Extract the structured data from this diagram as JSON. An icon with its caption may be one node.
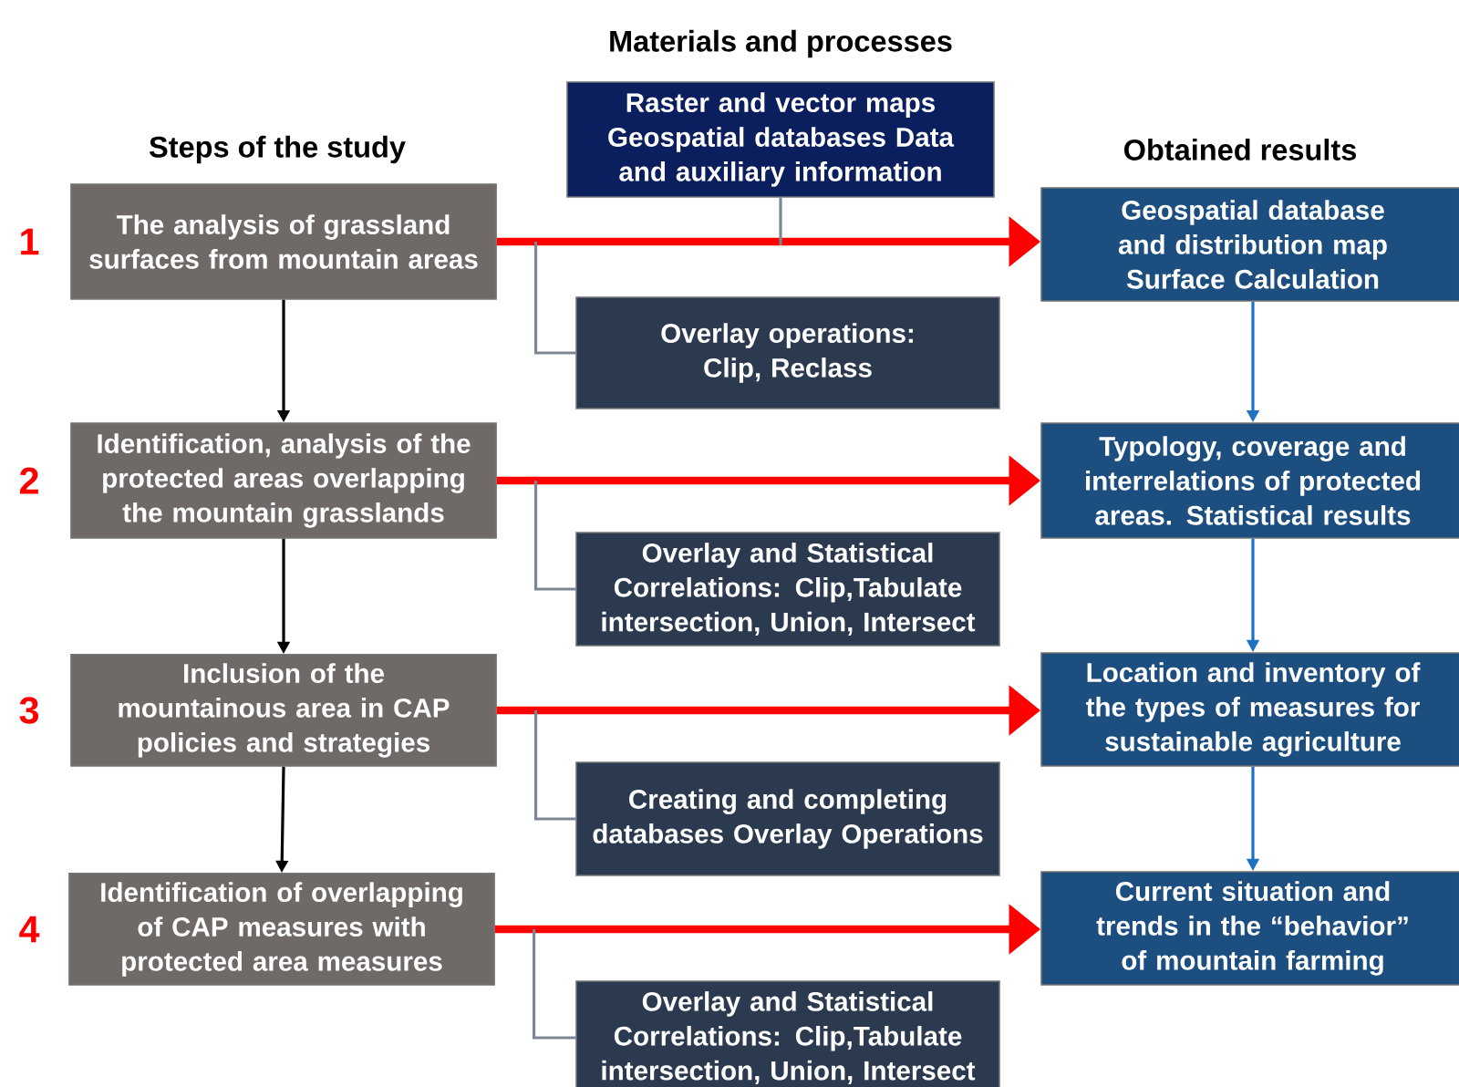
{
  "diagram": {
    "nodes": [
      {
        "text": [
          "The analysis of grassland surfaces from mountain areas"
        ],
        "beside": [
          "1"
        ]
      },
      {
        "text": [
          "Identification, analysis of the protected areas overlapping the mountain grasslands"
        ],
        "beside": [
          "2"
        ]
      },
      {
        "text": [
          "Inclusion of the mountainous area in CAP policies and strategies"
        ],
        "beside": [
          "3"
        ]
      },
      {
        "text": [
          "Identification of overlapping of CAP measures with protected area measures"
        ],
        "beside": [
          "4"
        ]
      },
      {
        "text": [
          "Raster and vector maps Geospatial databases Data and auxiliary information"
        ]
      },
      {
        "text": [
          "Overlay operations: Clip, Reclass"
        ]
      },
      {
        "text": [
          "Overlay and Statistical Correlations: Clip,Tabulate intersection, Union, Intersect"
        ]
      },
      {
        "text": [
          "Creating and completing databases Overlay Operations"
        ]
      },
      {
        "text": [
          "Overlay and Statistical Correlations: Clip,Tabulate intersection, Union, Intersect"
        ]
      },
      {
        "text": [
          "Geospatial database and distribution map Surface Calculation"
        ]
      },
      {
        "text": [
          "Typology, coverage and interrelations of protected areas. Statistical results"
        ]
      },
      {
        "text": [
          "Location and inventory of the types of measures for sustainable agriculture"
        ]
      },
      {
        "text": [
          "Current situation and trends in the “behavior” of mountain farming"
        ]
      }
    ],
    "edges": [
      {
        "from": 0,
        "to": 1,
        "arrow": "to",
        "color": "#000000"
      },
      {
        "from": 1,
        "to": 2,
        "arrow": "to",
        "color": "#000000"
      },
      {
        "from": 2,
        "to": 3,
        "arrow": "to",
        "color": "#000000"
      },
      {
        "from": 0,
        "to": 9,
        "arrow": "to",
        "style": "thick",
        "color": "#ff0000"
      },
      {
        "from": 1,
        "to": 10,
        "arrow": "to",
        "style": "thick",
        "color": "#ff0000"
      },
      {
        "from": 2,
        "to": 11,
        "arrow": "to",
        "style": "thick",
        "color": "#ff0000"
      },
      {
        "from": 3,
        "to": 12,
        "arrow": "to",
        "style": "thick",
        "color": "#ff0000"
      },
      {
        "from": 4,
        "to": null,
        "arrow": "none",
        "color": "#7d8794"
      },
      {
        "from": 0,
        "to": 5,
        "arrow": "none",
        "color": "#7d8794"
      },
      {
        "from": 1,
        "to": 6,
        "arrow": "none",
        "color": "#7d8794"
      },
      {
        "from": 2,
        "to": 7,
        "arrow": "none",
        "color": "#7d8794"
      },
      {
        "from": 3,
        "to": 8,
        "arrow": "none",
        "color": "#7d8794"
      },
      {
        "from": 9,
        "to": 10,
        "arrow": "to",
        "color": "#1f72c0"
      },
      {
        "from": 10,
        "to": 11,
        "arrow": "to",
        "color": "#1f72c0"
      },
      {
        "from": 11,
        "to": 12,
        "arrow": "to",
        "color": "#1f72c0"
      }
    ],
    "labels": [
      "Materials and processes",
      "Steps of the study",
      "Obtained results"
    ]
  }
}
